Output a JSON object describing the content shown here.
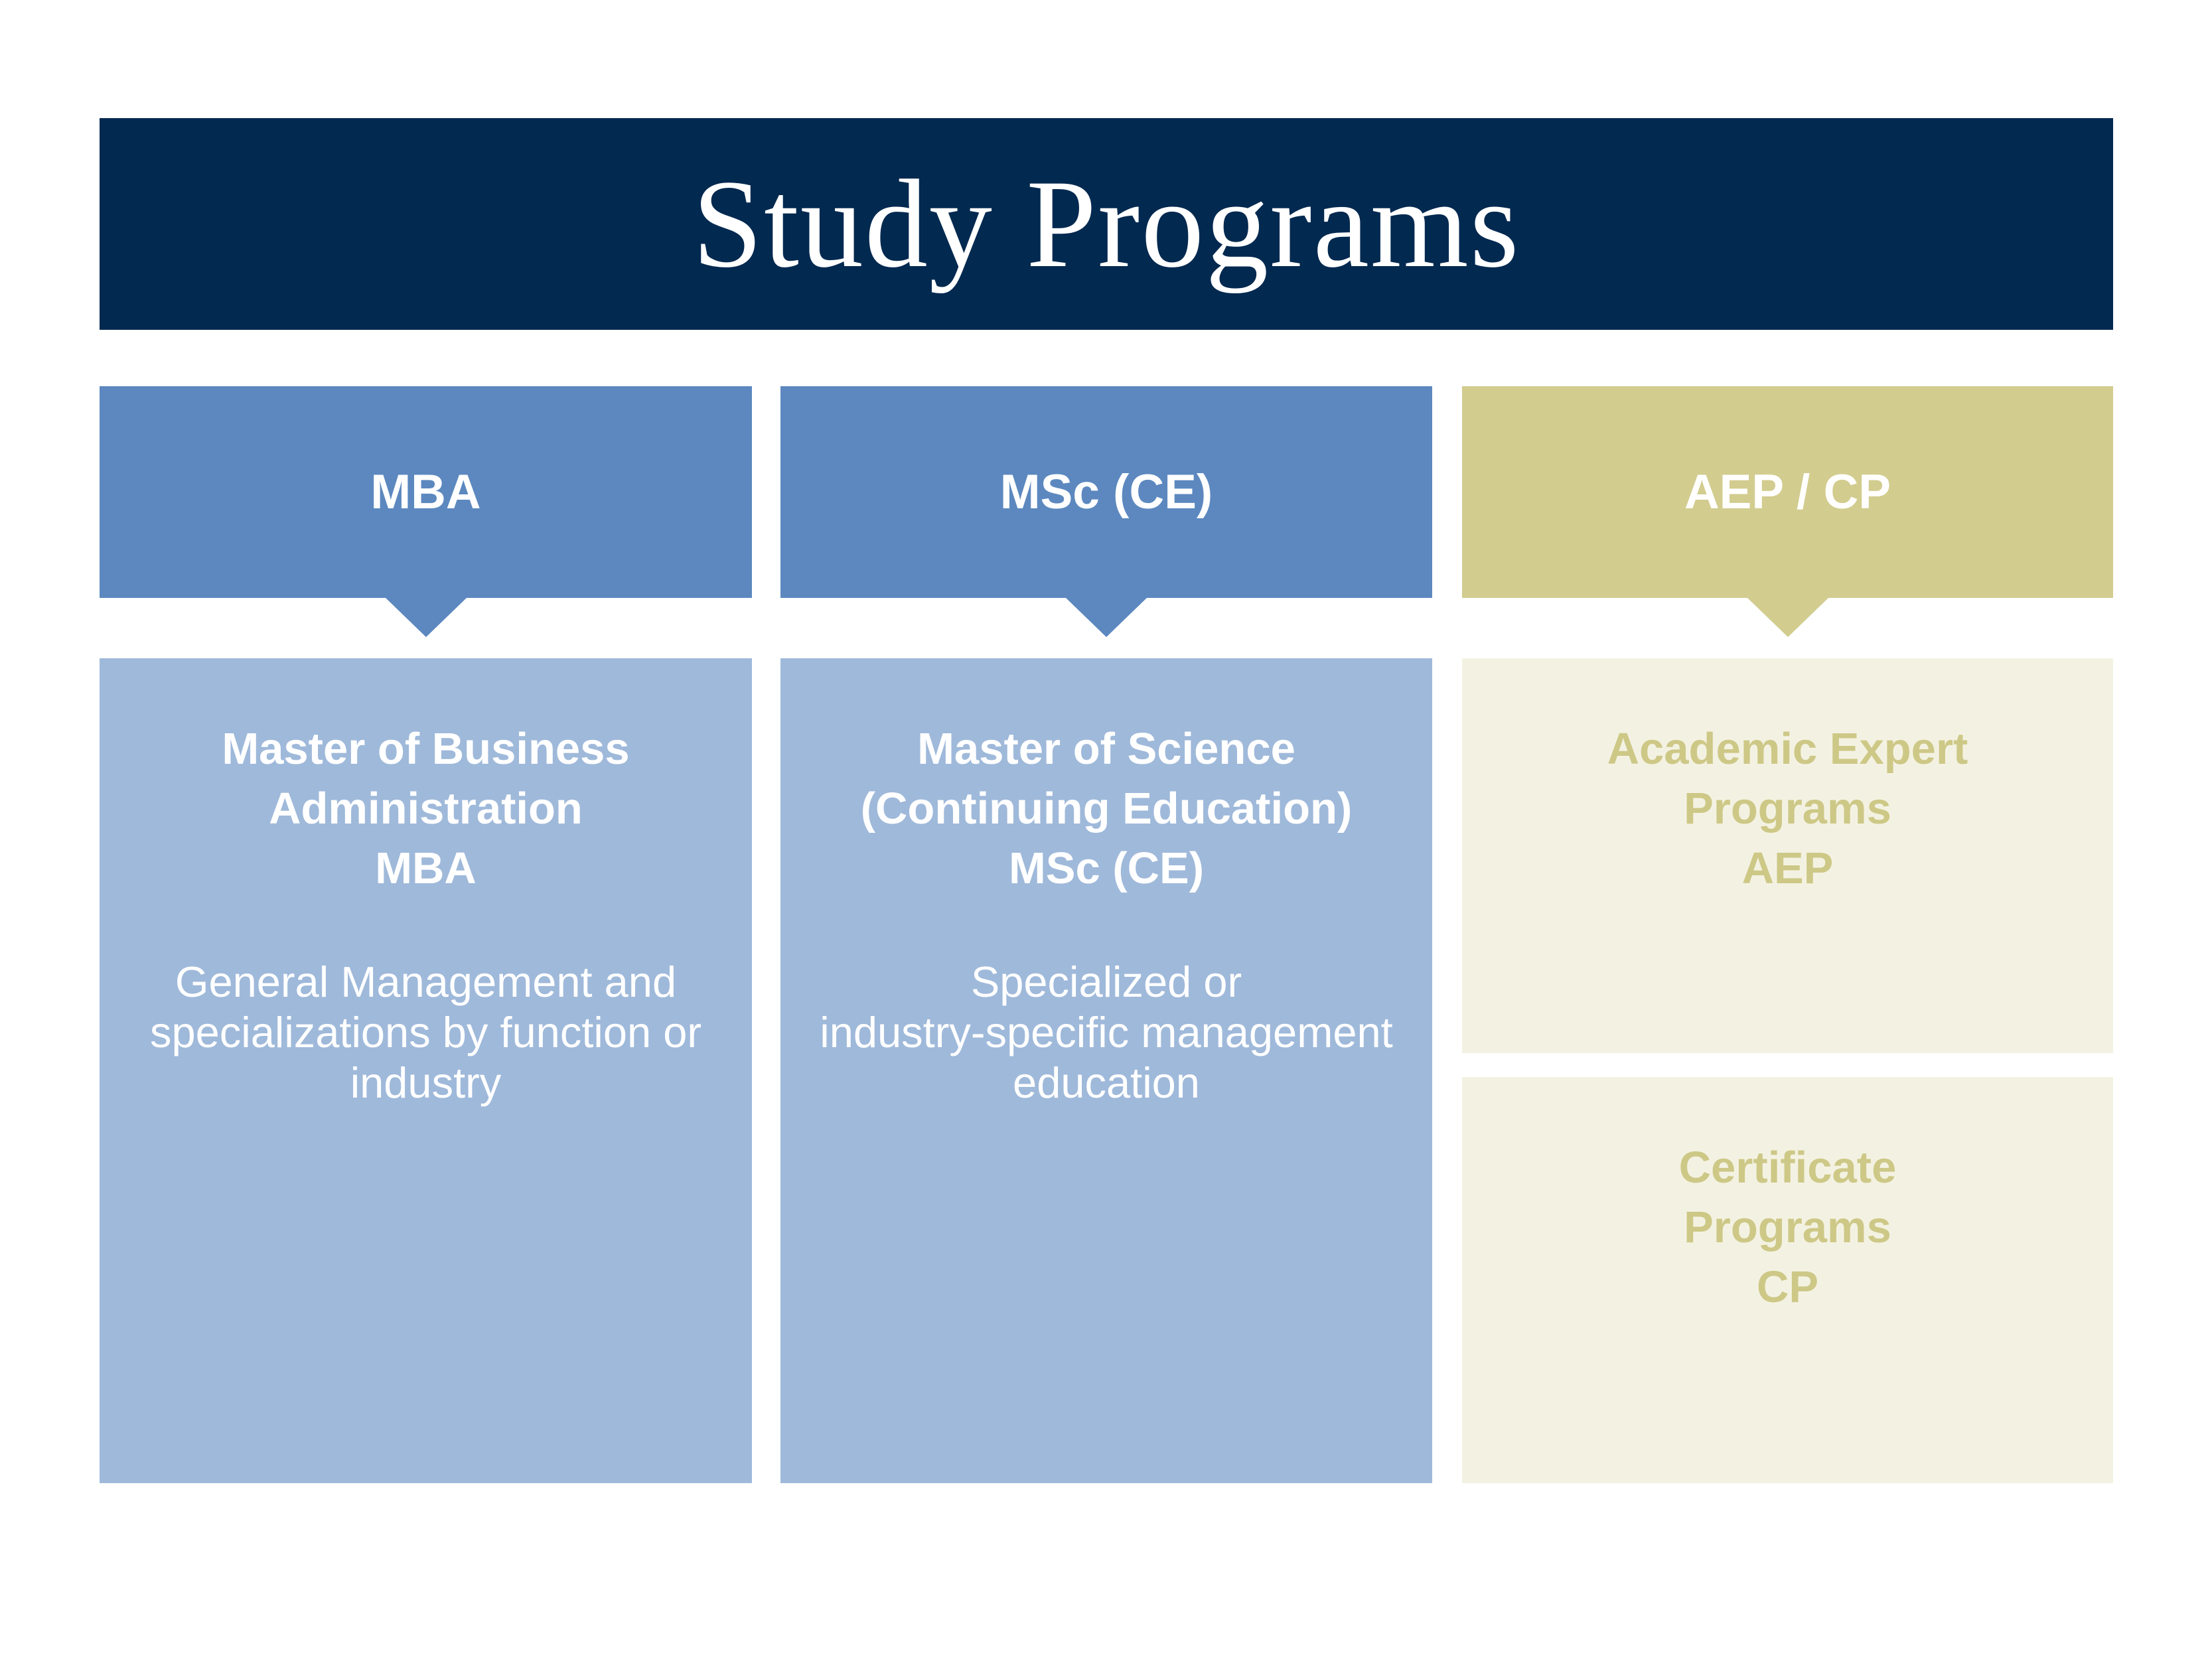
{
  "title": "Study Programs",
  "colors": {
    "navy": "#022950",
    "header_blue": "#5c88bf",
    "body_blue": "#9fb9da",
    "khaki": "#d2cc8f",
    "cream": "#f3f2e2",
    "khaki_text": "#cec887"
  },
  "columns": [
    {
      "header": "MBA",
      "title": "Master of Business\nAdministration\nMBA",
      "desc": "General Management and\nspecializations by function or\nindustry"
    },
    {
      "header": "MSc (CE)",
      "title": "Master of Science\n(Continuing Education)\nMSc (CE)",
      "desc": "Specialized or\nindustry-specific management\neducation"
    },
    {
      "header": "AEP / CP",
      "boxes": [
        {
          "title": "Academic Expert\nPrograms\nAEP"
        },
        {
          "title": "Certificate\nPrograms\nCP"
        }
      ]
    }
  ]
}
